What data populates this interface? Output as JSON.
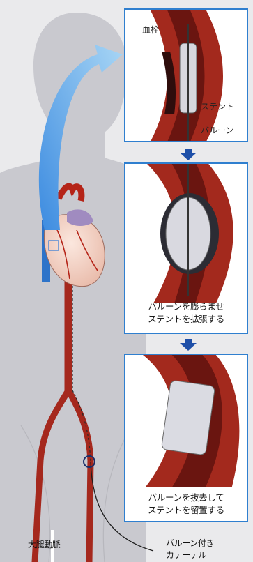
{
  "labels": {
    "thrombus": "血栓",
    "stent": "ステント",
    "balloon": "バルーン"
  },
  "step2_caption": {
    "line1": "バルーンを膨らませ",
    "line2": "ステントを拡張する"
  },
  "step3_caption": {
    "line1": "バルーンを抜去して",
    "line2": "ステントを留置する"
  },
  "body_labels": {
    "femoral_artery": "大腿動脈",
    "catheter_line1": "バルーン付き",
    "catheter_line2": "カテーテル"
  },
  "colors": {
    "panel_border": "#2f7fcf",
    "arrow": "#1e4fa8",
    "vessel": "#a02a1e",
    "lumen": "#5a1410",
    "silhouette": "#c6c6cc"
  }
}
